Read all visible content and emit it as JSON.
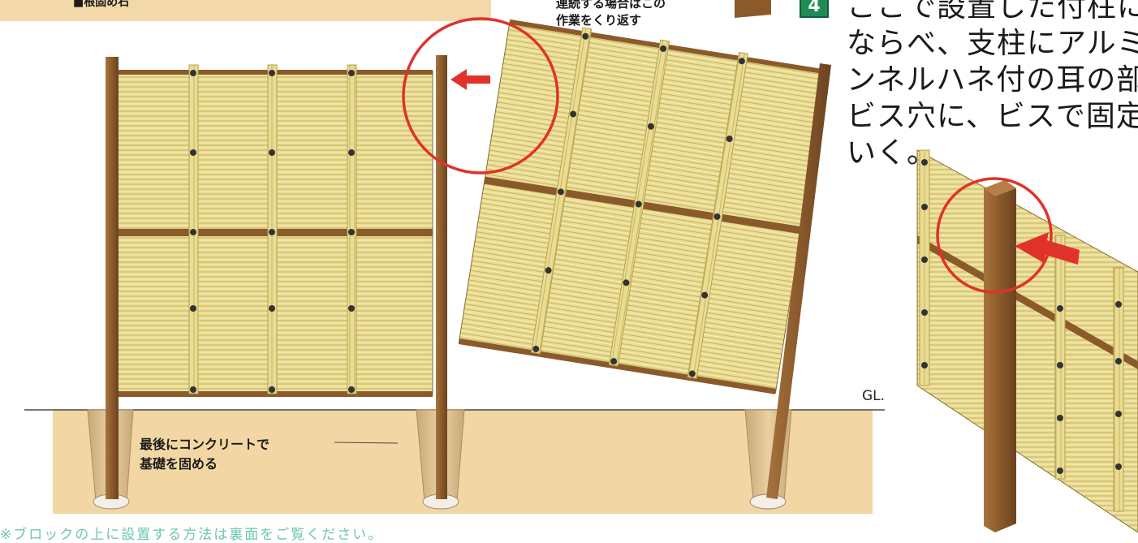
{
  "header": {
    "top_left_fragment": "■根固め石",
    "top_caption": "連続する場合はこの\n作業をくり返す",
    "step_badge": "4"
  },
  "instruction": {
    "text": "ここで設置した付柱に…\nならべ、支柱にアルミチ\nンネルハネ付の耳の部分\nビス穴に、ビスで固定し\nいく。"
  },
  "labels": {
    "ground_line": "GL.",
    "concrete_note": "最後にコンクリートで\n基礎を固める",
    "footer_note": "※ブロックの上に設置する方法は裏面をご覧ください。"
  },
  "colors": {
    "ground": "#f2d7a4",
    "post": "#8a5a2b",
    "panel": "#e8d98a",
    "highlight_circle": "#e0322b",
    "step_badge": "#1e8c55"
  }
}
